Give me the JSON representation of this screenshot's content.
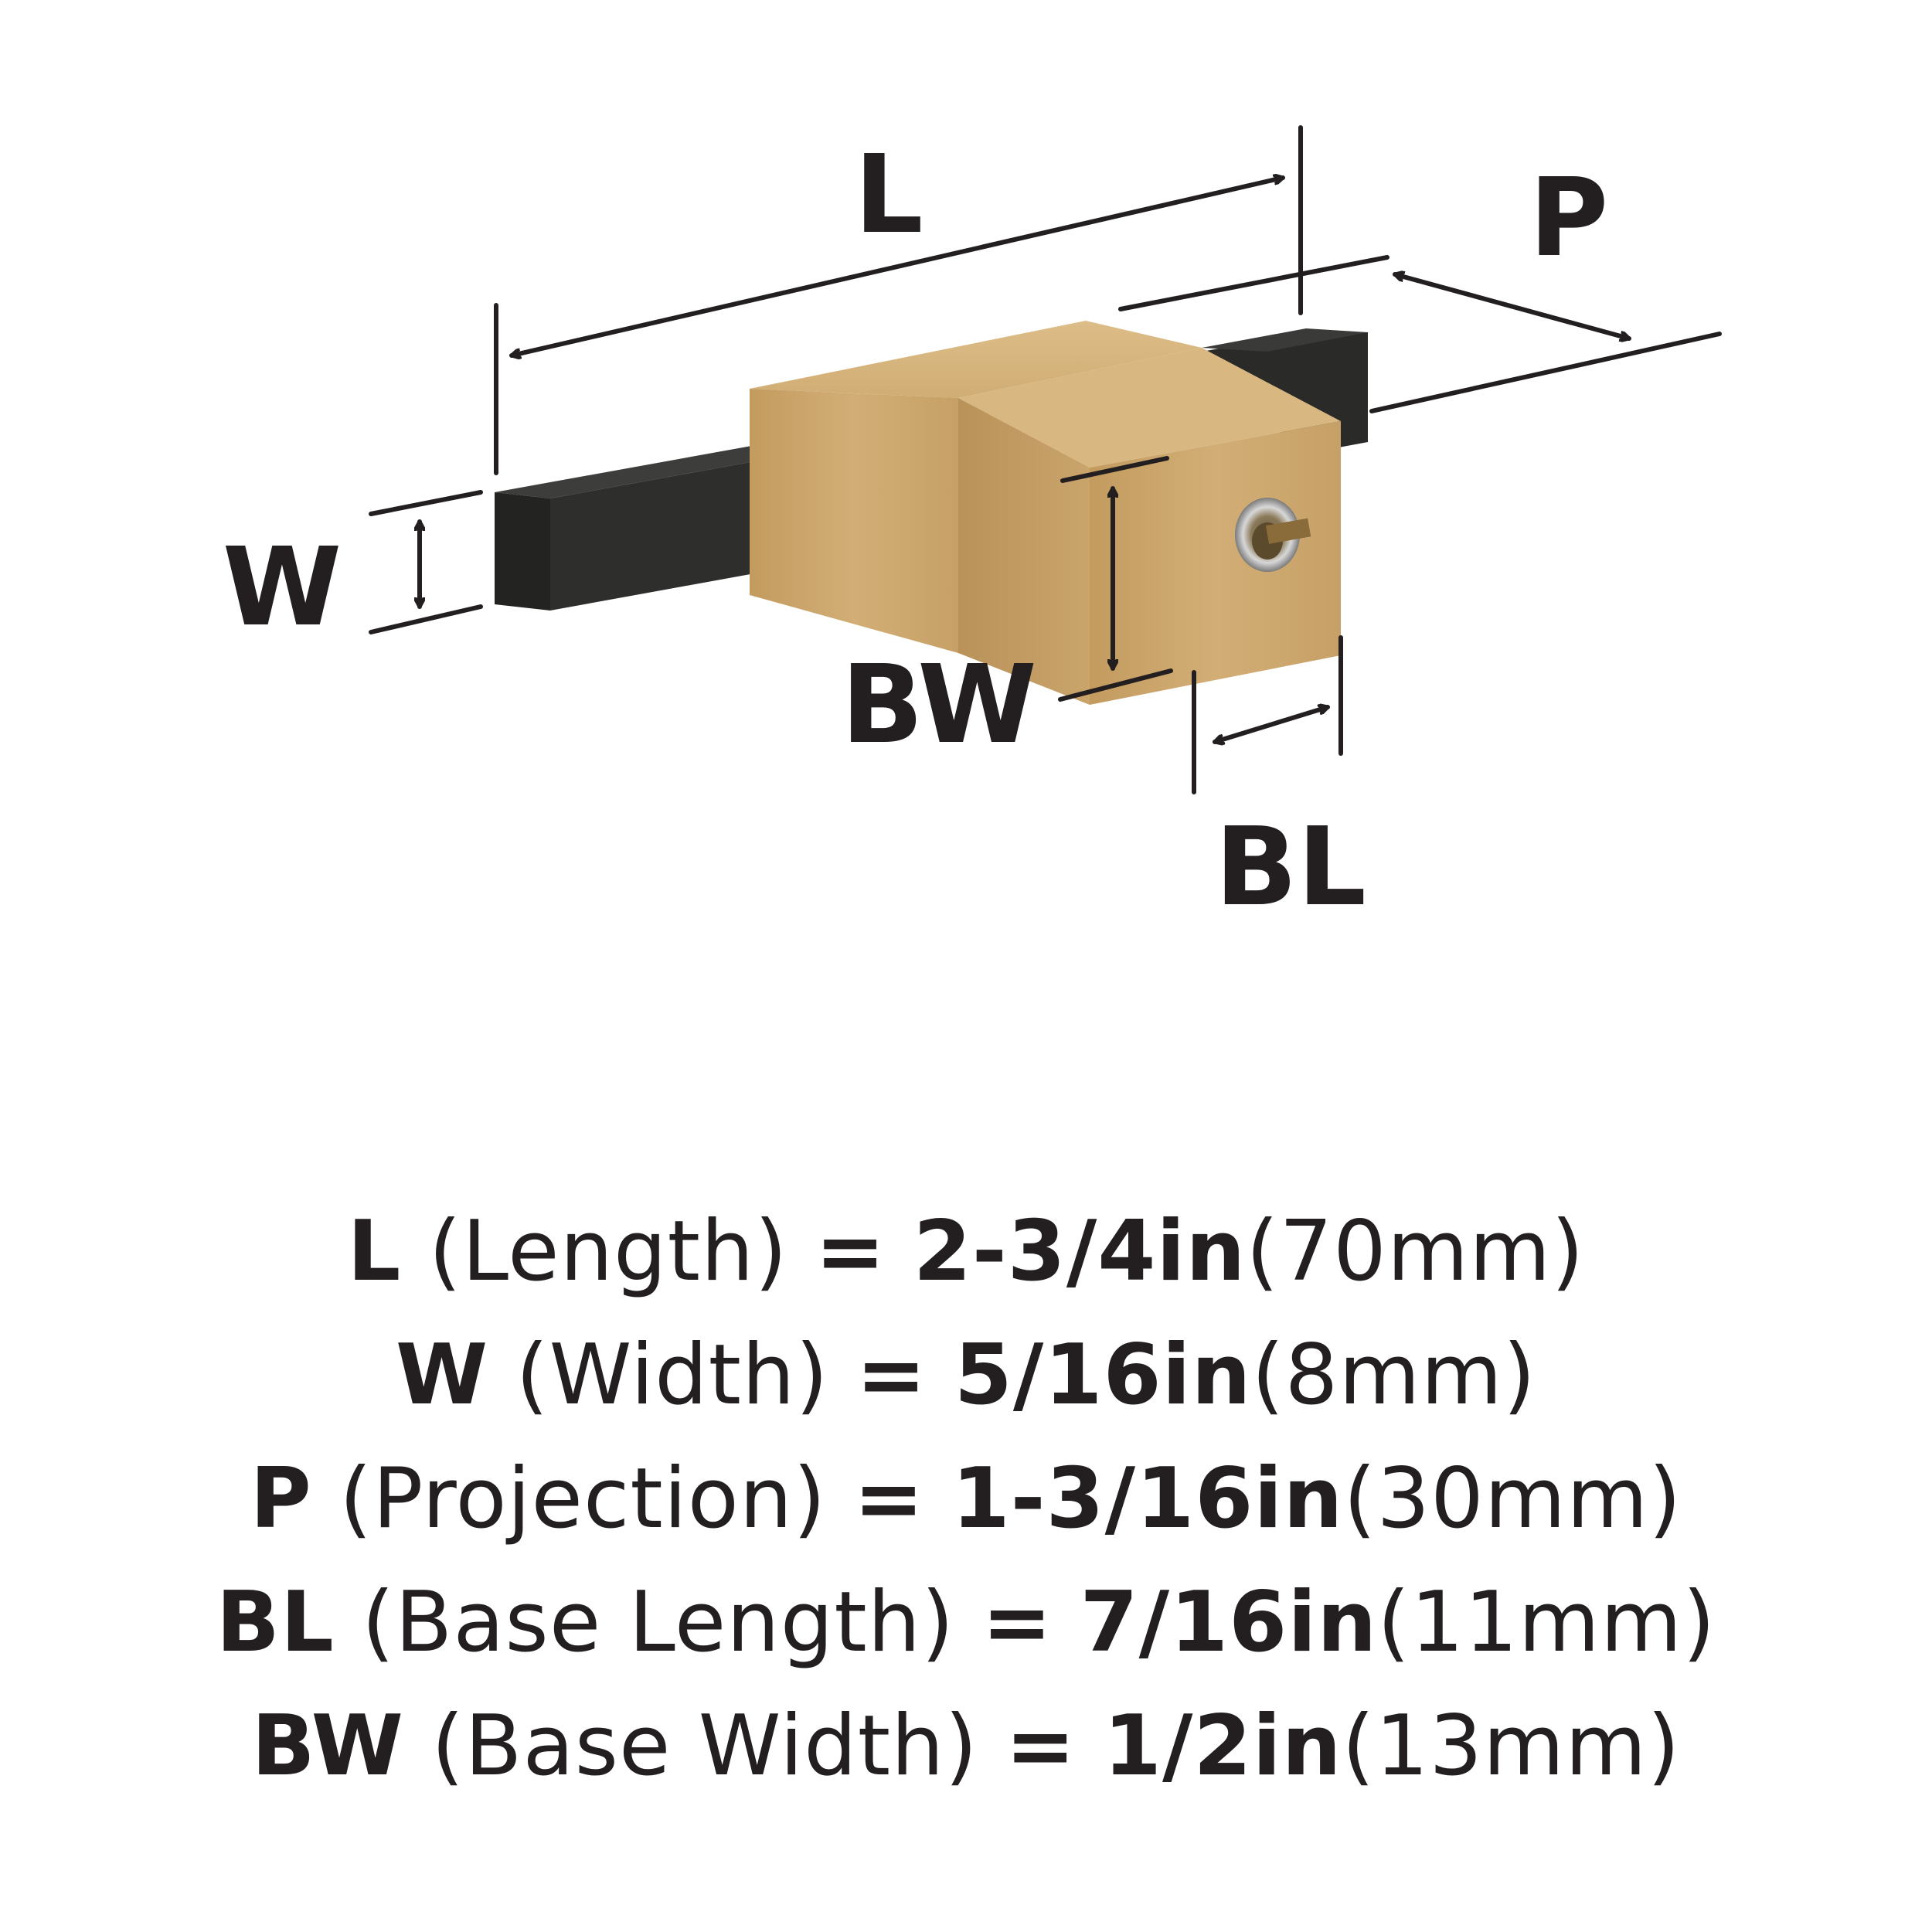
{
  "colors": {
    "ink": "#231f20",
    "bar_finish": "#2b2b2a",
    "base_finish": "#c9a46b",
    "background": "#ffffff"
  },
  "labels": {
    "length": "L",
    "width": "W",
    "projection": "P",
    "base_length": "BL",
    "base_width": "BW"
  },
  "specs": [
    {
      "code": "L",
      "name": "(Length)",
      "eq": "=",
      "imperial": "2-3/4in",
      "metric": "(70mm)"
    },
    {
      "code": "W",
      "name": "(Width)",
      "eq": "=",
      "imperial": "5/16in",
      "metric": "(8mm)"
    },
    {
      "code": "P",
      "name": "(Projection)",
      "eq": "=",
      "imperial": "1-3/16in",
      "metric": "(30mm)"
    },
    {
      "code": "BL",
      "name": "(Base Length)",
      "eq": "=",
      "imperial": "7/16in",
      "metric": "(11mm)"
    },
    {
      "code": "BW",
      "name": "(Base Width)",
      "eq": "=",
      "imperial": "1/2in",
      "metric": "(13mm)"
    }
  ]
}
